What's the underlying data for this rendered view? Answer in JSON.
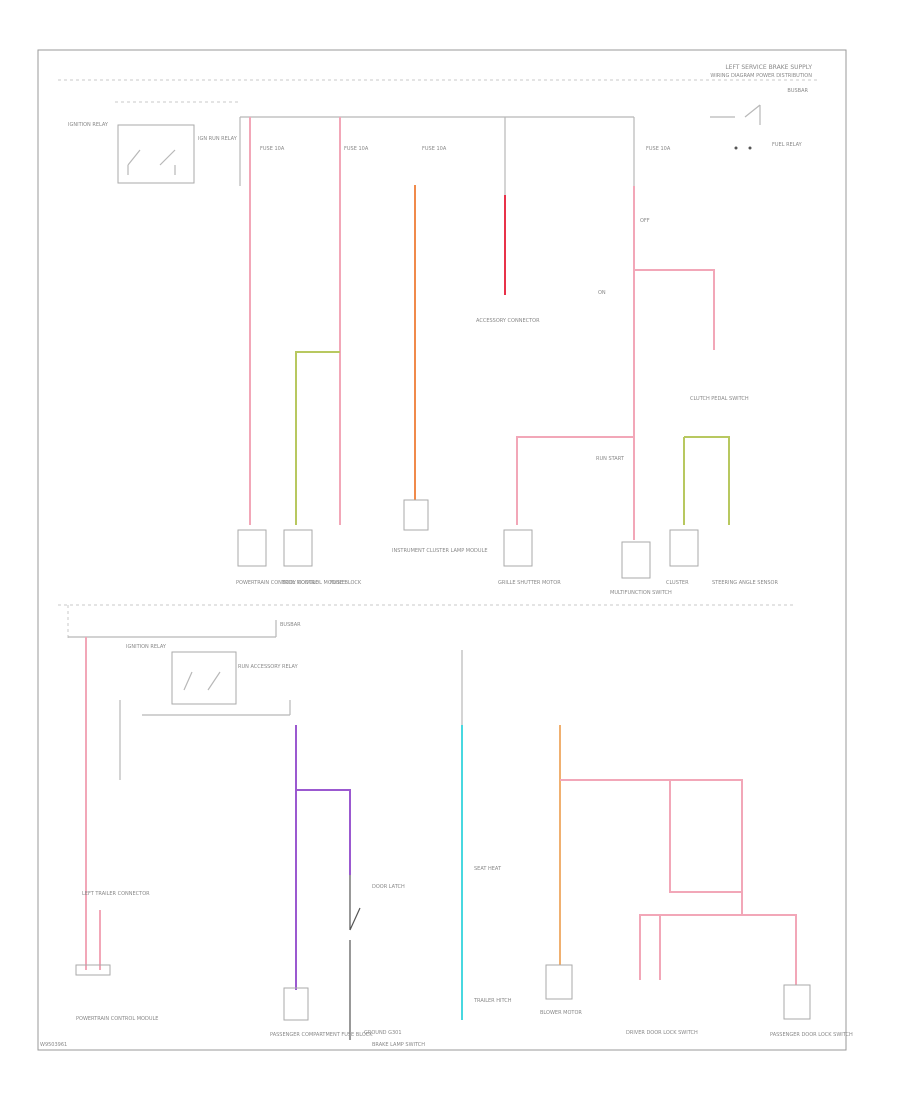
{
  "header": {
    "line1": "LEFT SERVICE BRAKE SUPPLY",
    "line2": "WIRING DIAGRAM POWER DISTRIBUTION"
  },
  "top_section": {
    "bus_label": "BUSBAR",
    "relay_label": "IGNITION RELAY",
    "relay_sub": "IGN RUN RELAY",
    "fuel_label": "FUEL RELAY",
    "fuses": [
      "FUSE 10A",
      "FUSE 10A",
      "FUSE 10A",
      "FUSE 10A"
    ],
    "loads": [
      {
        "label": "POWERTRAIN CONTROL MODULE"
      },
      {
        "label": "BODY CONTROL MODULE"
      },
      {
        "label": "FUSE BLOCK"
      },
      {
        "label": "INSTRUMENT CLUSTER LAMP MODULE"
      },
      {
        "label": "GRILLE SHUTTER MOTOR"
      },
      {
        "label": "MULTIFUNCTION SWITCH"
      },
      {
        "label": "CLUSTER"
      },
      {
        "label": "STEERING ANGLE SENSOR"
      }
    ],
    "misc": [
      "ON",
      "OFF",
      "RUN START",
      "ACCESSORY CONNECTOR",
      "CLUTCH PEDAL SWITCH"
    ]
  },
  "bottom_section": {
    "bus_label": "BUSBAR",
    "relay_label": "IGNITION RELAY",
    "relay_sub": "RUN ACCESSORY RELAY",
    "loads": [
      {
        "label": "POWERTRAIN CONTROL MODULE"
      },
      {
        "label": "PASSENGER COMPARTMENT FUSE BLOCK"
      },
      {
        "label": "BRAKE LAMP SWITCH"
      },
      {
        "label": "BLOWER MOTOR"
      },
      {
        "label": "DRIVER DOOR LOCK SWITCH"
      },
      {
        "label": "PASSENGER DOOR LOCK SWITCH"
      }
    ],
    "misc": [
      "LEFT TRAILER CONNECTOR",
      "DOOR LATCH",
      "SEAT HEAT",
      "GROUND G301",
      "TRAILER HITCH"
    ]
  },
  "footer": {
    "code": "W9503961"
  },
  "colors": {
    "pink": "#f2a7b8",
    "red": "#e8324a",
    "orange": "#f08a4b",
    "purple": "#9b59d0",
    "cyan": "#48d8e0",
    "tan": "#f0b070",
    "olive": "#b8c860",
    "gray": "#b8b8b8"
  }
}
